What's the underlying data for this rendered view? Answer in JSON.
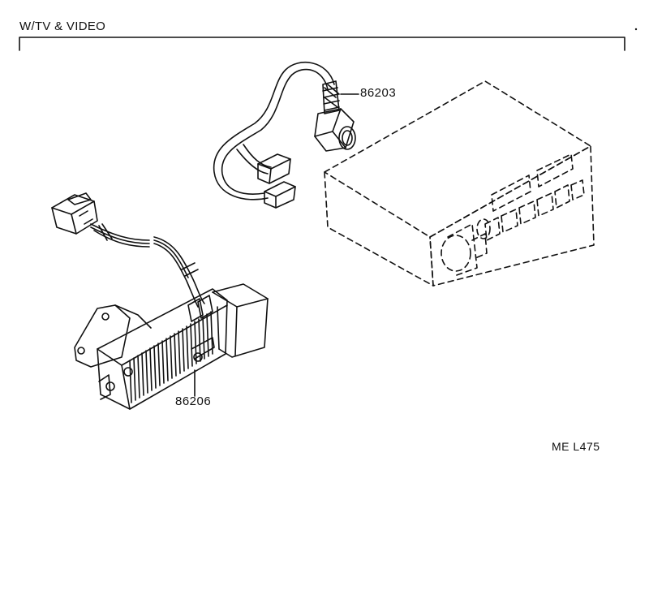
{
  "header": {
    "title": "W/TV & VIDEO"
  },
  "parts": [
    {
      "number": "86203"
    },
    {
      "number": "86206"
    }
  ],
  "reference": {
    "code": "ME L475"
  }
}
